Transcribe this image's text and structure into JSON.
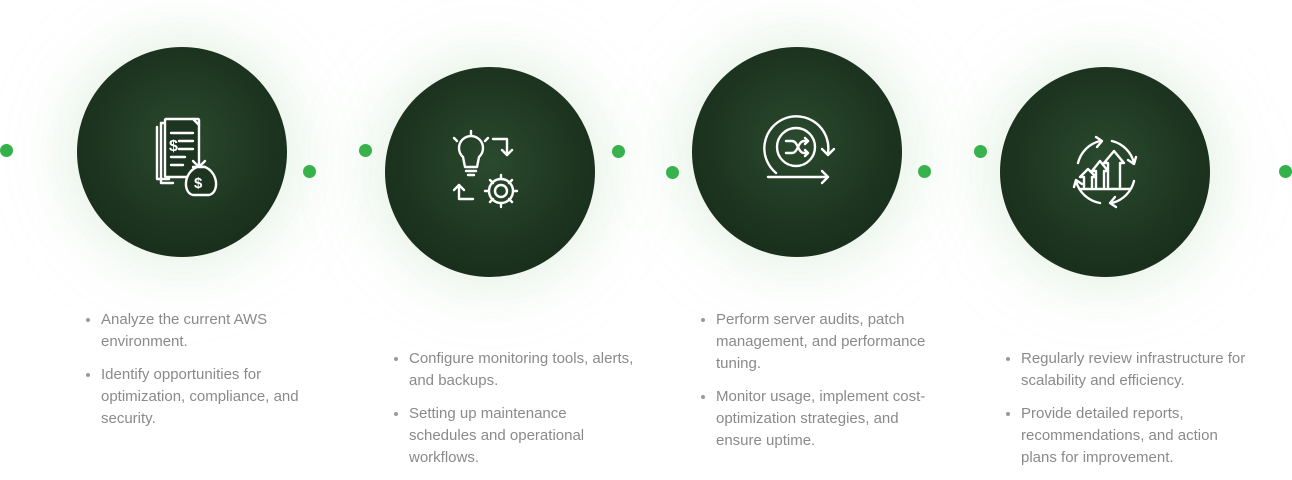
{
  "colors": {
    "accent_green": "#34b24a",
    "circle_dark": "#1d3520",
    "bullet_text": "#8a8a8a"
  },
  "steps": [
    {
      "icon": "invoice-money-bag-icon",
      "bullets": [
        "Analyze the current AWS environment.",
        "Identify opportunities for optimization, compliance, and security."
      ]
    },
    {
      "icon": "lightbulb-gear-cycle-icon",
      "bullets": [
        "Configure monitoring tools, alerts, and backups.",
        "Setting up maintenance schedules and operational workflows."
      ]
    },
    {
      "icon": "shuffle-cycle-icon",
      "bullets": [
        "Perform server audits, patch management, and performance tuning.",
        "Monitor usage, implement cost-optimization strategies, and ensure uptime."
      ]
    },
    {
      "icon": "growth-arrows-cycle-icon",
      "bullets": [
        "Regularly review infrastructure for scalability and efficiency.",
        "Provide detailed reports, recommendations, and action plans for improvement."
      ]
    }
  ]
}
